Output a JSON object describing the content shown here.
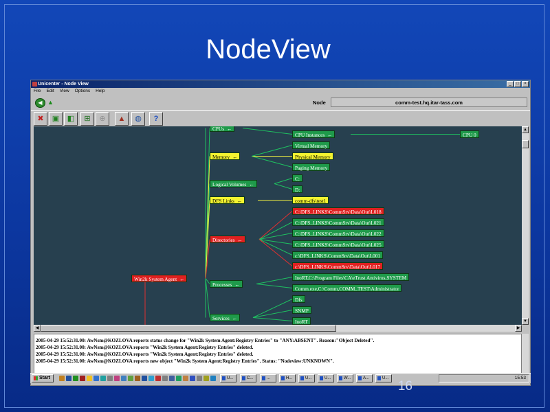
{
  "slide": {
    "title": "NodeView",
    "page_number": "16"
  },
  "window": {
    "title": "Unicenter - Node View",
    "minimize": "_",
    "maximize": "□",
    "close": "×"
  },
  "menu": [
    "File",
    "Edit",
    "View",
    "Options",
    "Help"
  ],
  "node": {
    "label": "Node",
    "value": "comm-test.hq.itar-tass.com"
  },
  "tree": {
    "root": {
      "label": "Win2k System Agent",
      "state": "red"
    },
    "categories": [
      {
        "label": "CPUs",
        "state": "green"
      },
      {
        "label": "Memory",
        "state": "yellow"
      },
      {
        "label": "Logical Volumes",
        "state": "green"
      },
      {
        "label": "DFS Links",
        "state": "yellow"
      },
      {
        "label": "Directories",
        "state": "red"
      },
      {
        "label": "Processes",
        "state": "green"
      },
      {
        "label": "Services",
        "state": "green"
      }
    ],
    "children": [
      {
        "label": "CPU Instances",
        "state": "green"
      },
      {
        "label": "Virtual Memory",
        "state": "green"
      },
      {
        "label": "Physical Memory",
        "state": "yellow"
      },
      {
        "label": "Paging Memory",
        "state": "green"
      },
      {
        "label": "C:",
        "state": "green"
      },
      {
        "label": "D:",
        "state": "green"
      },
      {
        "label": "comm-dfs\\test1",
        "state": "yellow"
      },
      {
        "label": "C:\\DFS_LINKS\\CommSrv\\Data\\Out\\L018",
        "state": "red"
      },
      {
        "label": "C:\\DFS_LINKS\\CommSrv\\Data\\Out\\L021",
        "state": "green"
      },
      {
        "label": "C:\\DFS_LINKS\\CommSrv\\Data\\Out\\L022",
        "state": "green"
      },
      {
        "label": "C:\\DFS_LINKS\\CommSrv\\Data\\Out\\L025",
        "state": "green"
      },
      {
        "label": "c:\\DFS_LINKS\\CommSrv\\Data\\Out\\L001",
        "state": "green"
      },
      {
        "label": "c:\\DFS_LINKS\\CommSrv\\Data\\Out\\L017",
        "state": "red"
      },
      {
        "label": "InoRT,C:\\Program Files\\CA\\eTrust Antivirus,SYSTEM",
        "state": "green"
      },
      {
        "label": "Comm.exe,C:\\Comm,COMM_TEST\\Administrator",
        "state": "green"
      },
      {
        "label": "Dfs",
        "state": "green"
      },
      {
        "label": "SNMP",
        "state": "green"
      },
      {
        "label": "InoRT",
        "state": "green"
      }
    ],
    "leaf": {
      "label": "CPU 0",
      "state": "green"
    },
    "arrow_glyph": "←"
  },
  "log": [
    "2005-04-29 15:52:31.00: AwNsm@KOZLOVA reports status change for \"Win2k System Agent:Registry Entries\" to \"ANY:ABSENT\". Reason:\"Object Deleted\".",
    "2005-04-29 15:52:31.00: AwNsm@KOZLOVA reports \"Win2k System Agent:Registry Entries\" deleted.",
    "2005-04-29 15:52:31.00: AwNsm@KOZLOVA reports \"Win2k System Agent:Registry Entries\" deleted.",
    "2005-04-29 15:52:31.00: AwNsm@KOZLOVA reports new object \"Win2k System Agent:Registry Entries\". Status: \"Nodeview:UNKNOWN\"."
  ],
  "taskbar": {
    "start": "Start",
    "tasks": [
      "U...",
      "C...",
      "...",
      "H...",
      "U...",
      "U...",
      "W...",
      "A...",
      "U..."
    ],
    "clock": "15:53"
  },
  "colors": {
    "green": "#1f9a4a",
    "yellow": "#f4f430",
    "red": "#e02020",
    "tree_bg": "#27404f",
    "slide_bg": "#0c37a0"
  }
}
